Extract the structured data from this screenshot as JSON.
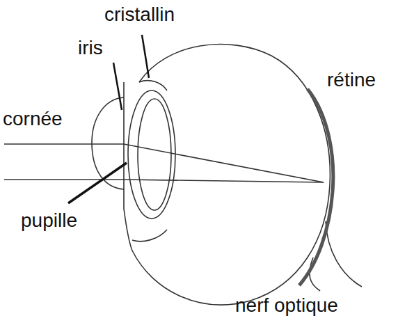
{
  "diagram": {
    "labels": [
      "cristallin",
      "iris",
      "cornée",
      "rétine",
      "pupille",
      "nerf optique"
    ]
  }
}
